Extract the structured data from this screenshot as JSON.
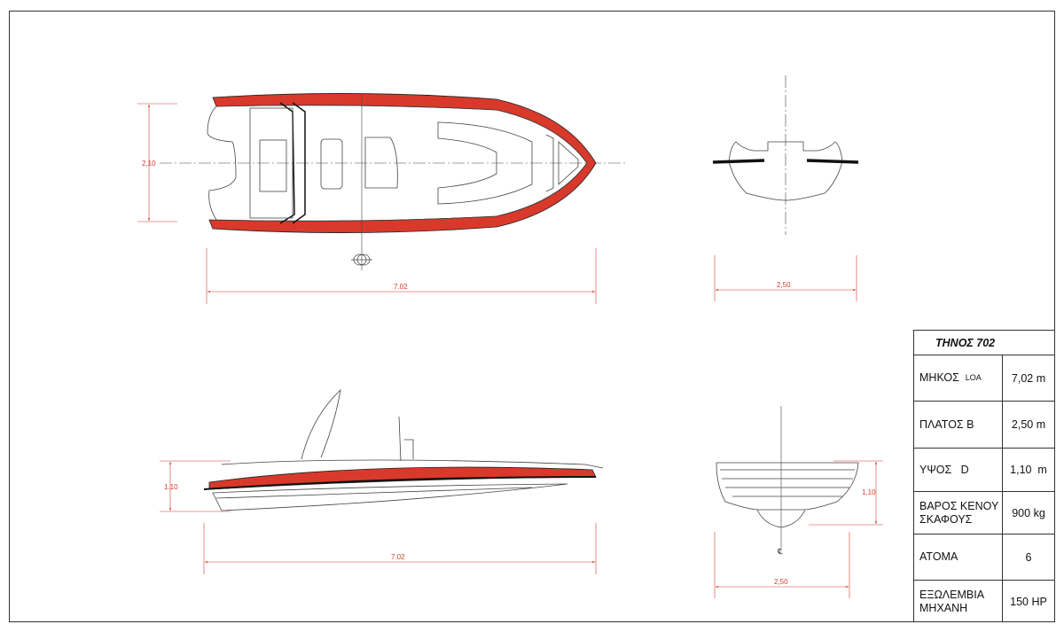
{
  "drawing": {
    "colors": {
      "hull_band": "#d9392a",
      "dimension": "#d23c2c",
      "line": "#444444"
    },
    "top_view": {
      "beam_label": "2,10",
      "length_label": "7.02"
    },
    "front_view": {
      "beam_label": "2,50"
    },
    "side_view": {
      "height_label": "1.10",
      "length_label": "7.02"
    },
    "rear_view": {
      "height_label": "1,10",
      "beam_label": "2,50",
      "centerline_mark": "℄"
    }
  },
  "spec_table": {
    "title": "ΤΗΝΟΣ 702",
    "rows": [
      {
        "label": "ΜΗΚΟΣ",
        "sub": "LOA",
        "value": "7,02 m"
      },
      {
        "label": "ΠΛΑΤΟΣ Β",
        "value": "2,50 m"
      },
      {
        "label": "ΥΨΟΣ   D",
        "value": "1,10  m"
      },
      {
        "label": "ΒΑΡΟΣ ΚΕΝΟΥ ΣΚΑΦΟΥΣ",
        "value": "900 kg"
      },
      {
        "label": "ΑΤΟΜΑ",
        "value": "6"
      },
      {
        "label": "ΕΞΩΛΕΜΒΙΑ ΜΗΧΑΝΗ",
        "value": "150 HP"
      }
    ]
  }
}
